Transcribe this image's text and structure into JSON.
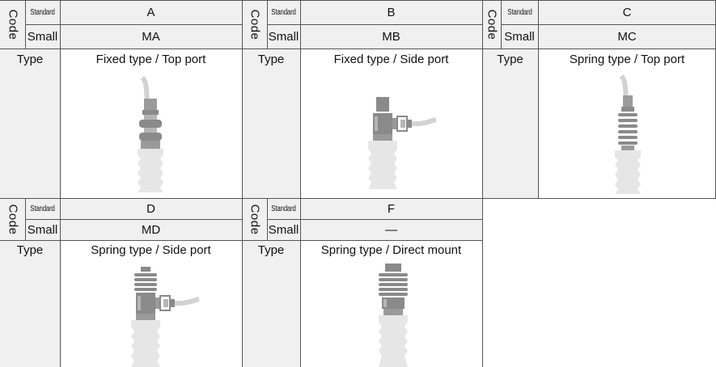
{
  "labels": {
    "code": "Code",
    "standard": "Standard",
    "small": "Small",
    "type": "Type"
  },
  "blocks": [
    {
      "standard_code": "A",
      "small_code": "MA",
      "type_name": "Fixed type / Top port"
    },
    {
      "standard_code": "B",
      "small_code": "MB",
      "type_name": "Fixed type / Side port"
    },
    {
      "standard_code": "C",
      "small_code": "MC",
      "type_name": "Spring type / Top port"
    },
    {
      "standard_code": "D",
      "small_code": "MD",
      "type_name": "Spring type / Side port"
    },
    {
      "standard_code": "F",
      "small_code": "—",
      "type_name": "Spring type / Direct mount"
    }
  ],
  "colors": {
    "header_fill": "#f0f0f0",
    "line": "#555555",
    "fitting_dark": "#8a8a8a",
    "fitting_light": "#d2d2d2",
    "pad": "#e6e6e6"
  }
}
